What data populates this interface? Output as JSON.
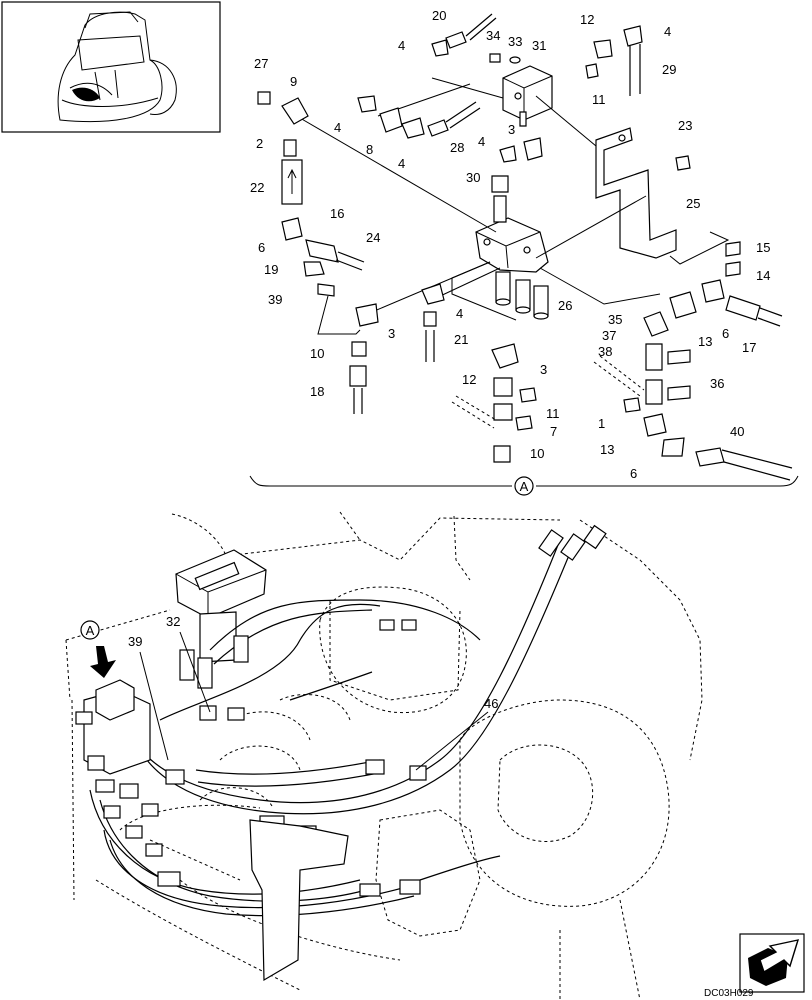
{
  "callouts_top": [
    {
      "id": "c20",
      "text": "20"
    },
    {
      "id": "c4a",
      "text": "4"
    },
    {
      "id": "c34",
      "text": "34"
    },
    {
      "id": "c33",
      "text": "33"
    },
    {
      "id": "c31",
      "text": "31"
    },
    {
      "id": "c12a",
      "text": "12"
    },
    {
      "id": "c4b",
      "text": "4"
    },
    {
      "id": "c27",
      "text": "27"
    },
    {
      "id": "c9",
      "text": "9"
    },
    {
      "id": "c29",
      "text": "29"
    },
    {
      "id": "c11a",
      "text": "11"
    },
    {
      "id": "c4c",
      "text": "4"
    },
    {
      "id": "c8",
      "text": "8"
    },
    {
      "id": "c4d",
      "text": "4"
    },
    {
      "id": "c28",
      "text": "28"
    },
    {
      "id": "c2",
      "text": "2"
    },
    {
      "id": "c3a",
      "text": "3"
    },
    {
      "id": "c4e",
      "text": "4"
    },
    {
      "id": "c23",
      "text": "23"
    },
    {
      "id": "c30",
      "text": "30"
    },
    {
      "id": "c22",
      "text": "22"
    },
    {
      "id": "c25",
      "text": "25"
    },
    {
      "id": "c16",
      "text": "16"
    },
    {
      "id": "c24",
      "text": "24"
    },
    {
      "id": "c6a",
      "text": "6"
    },
    {
      "id": "c15",
      "text": "15"
    },
    {
      "id": "c19",
      "text": "19"
    },
    {
      "id": "c14",
      "text": "14"
    },
    {
      "id": "c39a",
      "text": "39"
    },
    {
      "id": "c26",
      "text": "26"
    },
    {
      "id": "c4f",
      "text": "4"
    },
    {
      "id": "c35",
      "text": "35"
    },
    {
      "id": "c3b",
      "text": "3"
    },
    {
      "id": "c13a",
      "text": "13"
    },
    {
      "id": "c6b",
      "text": "6"
    },
    {
      "id": "c17",
      "text": "17"
    },
    {
      "id": "c10a",
      "text": "10"
    },
    {
      "id": "c21",
      "text": "21"
    },
    {
      "id": "c37",
      "text": "37"
    },
    {
      "id": "c38",
      "text": "38"
    },
    {
      "id": "c3c",
      "text": "3"
    },
    {
      "id": "c36",
      "text": "36"
    },
    {
      "id": "c18",
      "text": "18"
    },
    {
      "id": "c12b",
      "text": "12"
    },
    {
      "id": "c11b",
      "text": "11"
    },
    {
      "id": "c1",
      "text": "1"
    },
    {
      "id": "c7",
      "text": "7"
    },
    {
      "id": "c13b",
      "text": "13"
    },
    {
      "id": "c40",
      "text": "40"
    },
    {
      "id": "c10b",
      "text": "10"
    },
    {
      "id": "c6c",
      "text": "6"
    }
  ],
  "callouts_bottom": [
    {
      "id": "c39b",
      "text": "39"
    },
    {
      "id": "c32",
      "text": "32"
    },
    {
      "id": "c46",
      "text": "46"
    }
  ],
  "view_marker_label": "A",
  "view_marker_label_bottom": "A",
  "drawing_code": "DC03H029",
  "icons": {
    "thumbnail": "excavator-cab-thumbnail",
    "nav": "next-page-arrow-icon"
  }
}
